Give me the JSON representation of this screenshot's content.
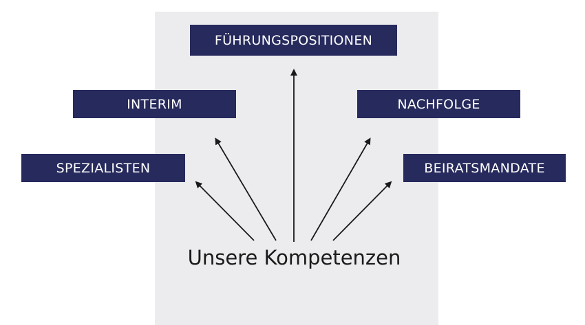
{
  "diagram": {
    "center": "Unsere Kompetenzen",
    "boxes": {
      "fuehrungspositionen": "FÜHRUNGSPOSITIONEN",
      "interim": "INTERIM",
      "nachfolge": "NACHFOLGE",
      "spezialisten": "SPEZIALISTEN",
      "beiratsmandate": "BEIRATSMANDATE"
    },
    "colors": {
      "box_fill": "#272a5c",
      "box_text": "#ffffff",
      "panel": "#ececee",
      "arrow": "#1a1a1a"
    }
  }
}
